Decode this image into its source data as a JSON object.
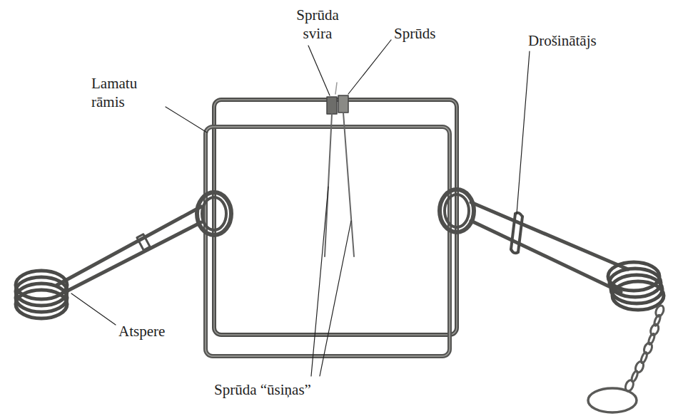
{
  "diagram": {
    "labels": [
      "Sprūda svira",
      "Sprūds",
      "Lamatu rāmis",
      "Drošinātājs",
      "Atspere",
      "Sprūda “ūsiņas”"
    ]
  }
}
